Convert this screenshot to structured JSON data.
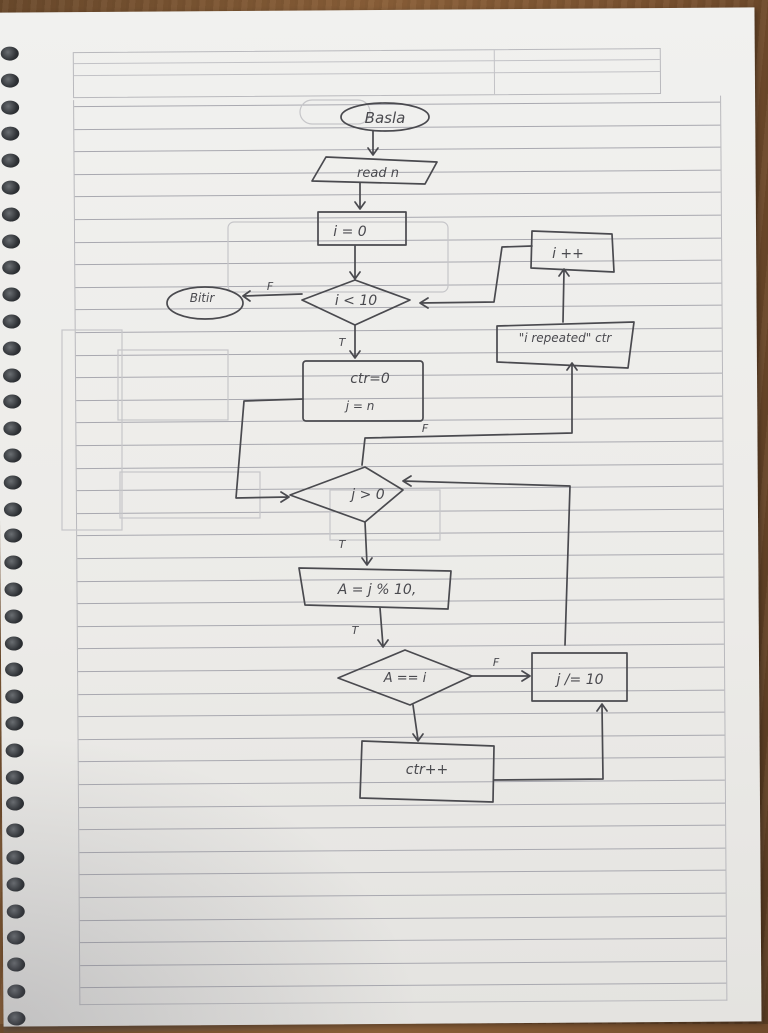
{
  "flowchart": {
    "nodes": {
      "start": "Basla",
      "input": "read n",
      "init_i": "i = 0",
      "cond_i": "i < 10",
      "end": "Bitir",
      "init_ctr": "ctr=0",
      "init_j": "j = n",
      "cond_j": "j > 0",
      "calc_a": "A = j % 10,",
      "cond_a": "A == i",
      "incr_ctr": "ctr++",
      "div_j": "j /= 10",
      "print": "\"i repeated\" ctr",
      "incr_i": "i ++"
    },
    "edge_labels": {
      "false_end": "F",
      "true_i": "T",
      "false_j": "F",
      "true_j": "T",
      "true_a": "T",
      "false_a": "F"
    }
  },
  "colors": {
    "ink": "#4a4a4f",
    "paper": "#eeeeec",
    "rule": "#a9a9b0",
    "wood": "#7a5230"
  }
}
